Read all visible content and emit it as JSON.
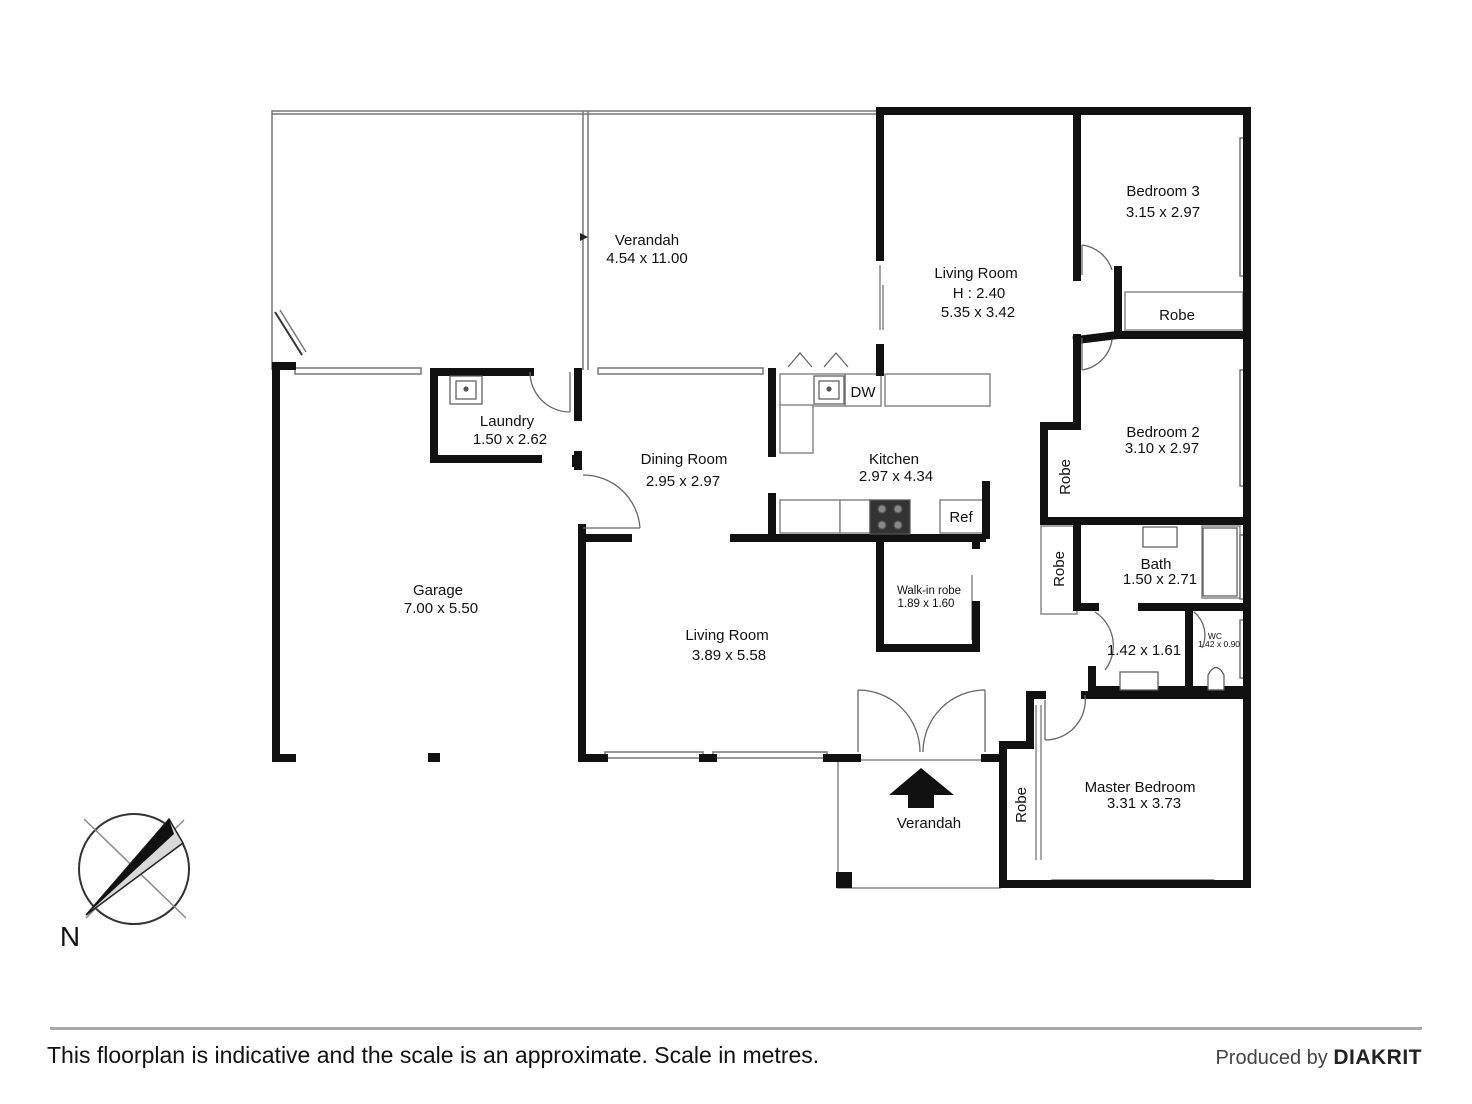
{
  "rooms": {
    "verandah_rear": {
      "name": "Verandah",
      "dims": "4.54 x 11.00"
    },
    "living_rear": {
      "name": "Living Room",
      "height": "H : 2.40",
      "dims": "5.35 x 3.42"
    },
    "bedroom3": {
      "name": "Bedroom 3",
      "dims": "3.15 x 2.97"
    },
    "robe_b3": {
      "name": "Robe"
    },
    "laundry": {
      "name": "Laundry",
      "dims": "1.50 x 2.62"
    },
    "dining": {
      "name": "Dining Room",
      "dims": "2.95 x 2.97"
    },
    "kitchen": {
      "name": "Kitchen",
      "dims": "2.97 x 4.34"
    },
    "dw": {
      "name": "DW"
    },
    "ref": {
      "name": "Ref"
    },
    "bedroom2": {
      "name": "Bedroom 2",
      "dims": "3.10 x 2.97"
    },
    "robe_b2": {
      "name": "Robe"
    },
    "garage": {
      "name": "Garage",
      "dims": "7.00 x 5.50"
    },
    "walkin": {
      "name": "Walk-in robe",
      "dims": "1.89 x 1.60"
    },
    "living_main": {
      "name": "Living Room",
      "dims": "3.89 x 5.58"
    },
    "robe_bath": {
      "name": "Robe"
    },
    "bath": {
      "name": "Bath",
      "dims": "1.50 x 2.71"
    },
    "hall": {
      "dims": "1.42 x 1.61"
    },
    "wc": {
      "name": "WC",
      "dims": "1.42 x 0.90"
    },
    "master": {
      "name": "Master Bedroom",
      "dims": "3.31 x 3.73"
    },
    "robe_master": {
      "name": "Robe"
    },
    "verandah_front": {
      "name": "Verandah"
    }
  },
  "compass": {
    "label": "N"
  },
  "footer": {
    "disclaimer": "This floorplan is indicative and the scale is an approximate. Scale in metres.",
    "produced_by": "Produced by",
    "brand": "DIAKRIT"
  }
}
